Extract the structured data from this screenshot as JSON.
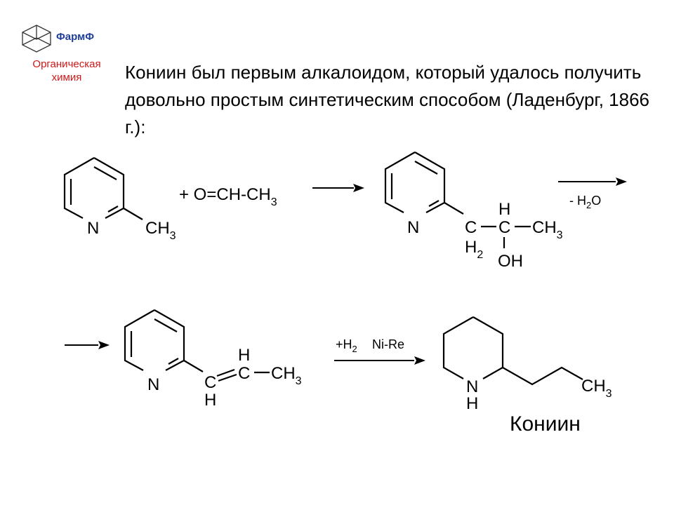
{
  "logo": {
    "name": "ФармФ",
    "subtitle_line1": "Органическая",
    "subtitle_line2": "химия"
  },
  "intro": {
    "text": "Кониин был первым алкалоидом, который удалось получить довольно простым синтетическим способом (Ладенбург, 1866 г.):"
  },
  "scheme": {
    "step1": {
      "reagent_prefix": "+ O=CH-CH",
      "reagent_sub": "3",
      "pyridine_n": "N",
      "methyl": "CH",
      "methyl_sub": "3"
    },
    "step2": {
      "pyridine_n": "N",
      "c1": "C",
      "c1_h": "H",
      "c1_h_sub": "2",
      "c2": "C",
      "c2_h": "H",
      "oh": "OH",
      "methyl": "CH",
      "methyl_sub": "3",
      "arrow_condition_prefix": "- H",
      "arrow_condition_sub": "2",
      "arrow_condition_suffix": "O"
    },
    "step3": {
      "pyridine_n": "N",
      "c1": "C",
      "c1_h": "H",
      "c2": "C",
      "c2_h": "H",
      "methyl": "CH",
      "methyl_sub": "3",
      "arrow_reagent_prefix": "+H",
      "arrow_reagent_sub": "2",
      "arrow_catalyst": "Ni-Re"
    },
    "product": {
      "n": "N",
      "nh": "H",
      "methyl": "CH",
      "methyl_sub": "3",
      "name": "Кониин"
    }
  },
  "colors": {
    "logo_blue": "#1f3f99",
    "logo_red": "#d01818"
  }
}
